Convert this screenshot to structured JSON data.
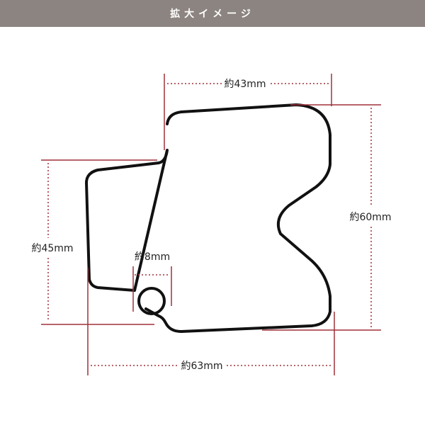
{
  "header": {
    "title": "拡大イメージ"
  },
  "dimensions": {
    "top_width": "約43mm",
    "right_height": "約60mm",
    "left_height": "約45mm",
    "hole_diameter": "約8mm",
    "bottom_width": "約63mm"
  },
  "colors": {
    "header_bg": "#8c8480",
    "guide_line": "#a0303a",
    "gasket": "#111111"
  }
}
